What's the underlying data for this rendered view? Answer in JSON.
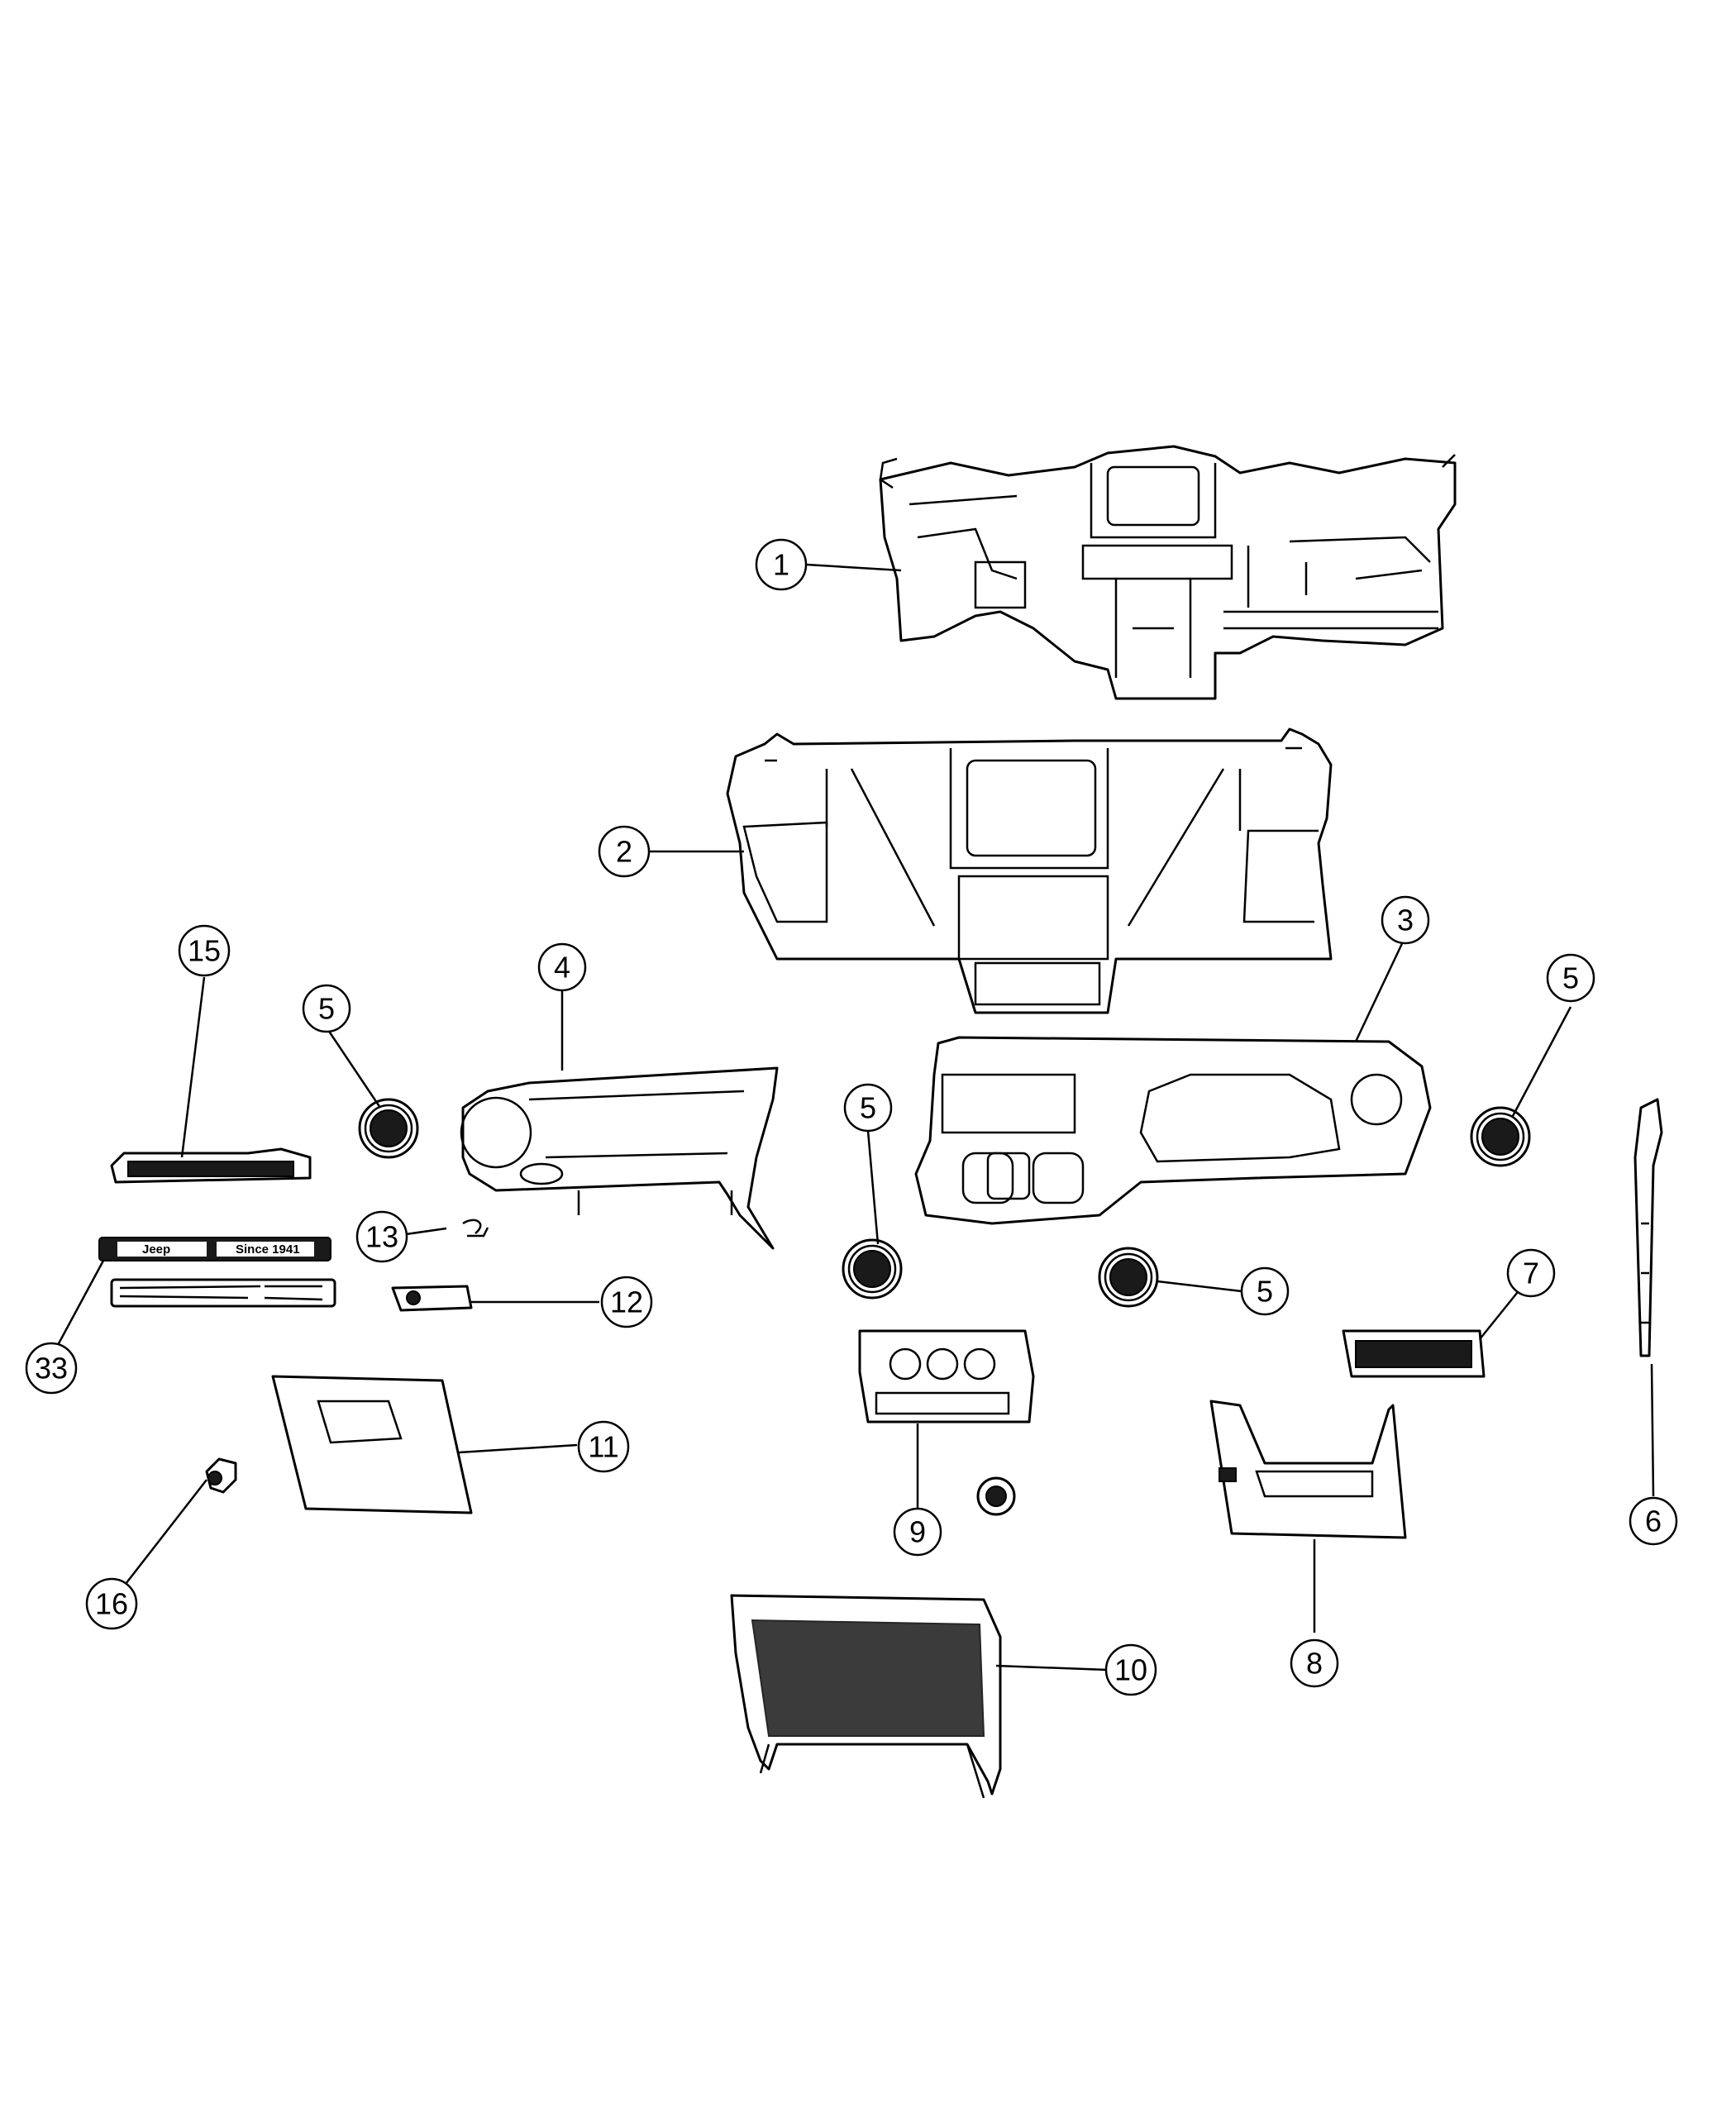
{
  "badge": {
    "left_text": "Jeep",
    "right_text": "Since 1941"
  },
  "callouts": [
    {
      "label": "1"
    },
    {
      "label": "2"
    },
    {
      "label": "3"
    },
    {
      "label": "4"
    },
    {
      "label": "5"
    },
    {
      "label": "5"
    },
    {
      "label": "5"
    },
    {
      "label": "5"
    },
    {
      "label": "5"
    },
    {
      "label": "6"
    },
    {
      "label": "7"
    },
    {
      "label": "8"
    },
    {
      "label": "9"
    },
    {
      "label": "10"
    },
    {
      "label": "11"
    },
    {
      "label": "12"
    },
    {
      "label": "13"
    },
    {
      "label": "15"
    },
    {
      "label": "16"
    },
    {
      "label": "33"
    }
  ]
}
